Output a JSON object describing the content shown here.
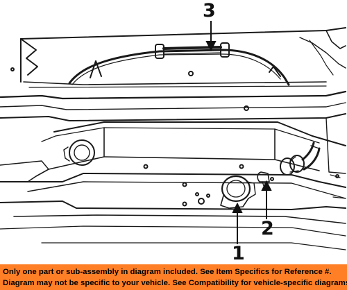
{
  "diagram": {
    "callouts": [
      {
        "id": "3",
        "label": "3"
      },
      {
        "id": "2",
        "label": "2"
      },
      {
        "id": "1",
        "label": "1"
      }
    ]
  },
  "notice": {
    "line1": "Only one part or sub-assembly in diagram included. See Item Specifics for Reference #.",
    "line2": "Diagram may not be specific to your vehicle. See Compatibility for vehicle-specific diagrams."
  },
  "colors": {
    "notice_bg": "#ff7f27",
    "line_art": "#1a1a1a"
  }
}
